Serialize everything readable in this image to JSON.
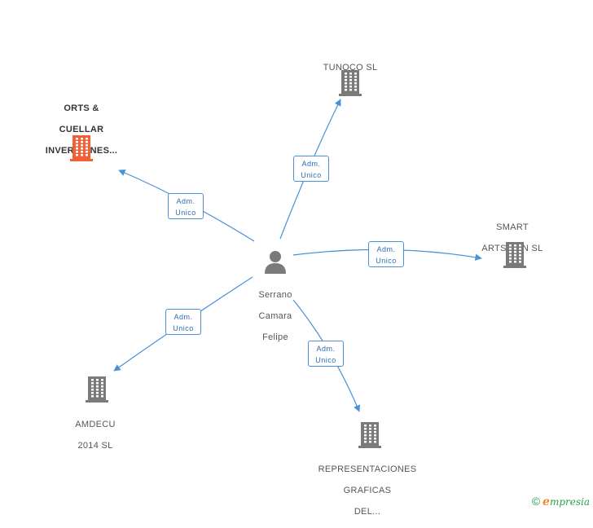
{
  "colors": {
    "edge": "#4a90d9",
    "company": "#7a7a7a",
    "company_highlight": "#f2603a",
    "person": "#7a7a7a"
  },
  "center": {
    "name_lines": [
      "Serrano",
      "Camara",
      "Felipe"
    ],
    "icon": "person-icon"
  },
  "companies": [
    {
      "id": "tunoco",
      "name_lines": [
        "TUNOCO  SL"
      ],
      "icon": "building-icon",
      "highlight": false
    },
    {
      "id": "orts",
      "name_lines": [
        "ORTS &",
        "CUELLAR",
        "INVERSIONES..."
      ],
      "icon": "building-icon",
      "highlight": true
    },
    {
      "id": "smart",
      "name_lines": [
        "SMART",
        "ARTS BCN  SL"
      ],
      "icon": "building-icon",
      "highlight": false
    },
    {
      "id": "amdecu",
      "name_lines": [
        "AMDECU",
        "2014  SL"
      ],
      "icon": "building-icon",
      "highlight": false
    },
    {
      "id": "representaciones",
      "name_lines": [
        "REPRESENTACIONES",
        "GRAFICAS",
        "DEL..."
      ],
      "icon": "building-icon",
      "highlight": false
    }
  ],
  "edges": [
    {
      "to": "tunoco",
      "label_lines": [
        "Adm.",
        "Unico"
      ]
    },
    {
      "to": "orts",
      "label_lines": [
        "Adm.",
        "Unico"
      ]
    },
    {
      "to": "smart",
      "label_lines": [
        "Adm.",
        "Unico"
      ]
    },
    {
      "to": "amdecu",
      "label_lines": [
        "Adm.",
        "Unico"
      ]
    },
    {
      "to": "representaciones",
      "label_lines": [
        "Adm.",
        "Unico"
      ]
    }
  ],
  "footer": {
    "copyright": "©",
    "brand_initial": "e",
    "brand_rest": "mpresia"
  }
}
